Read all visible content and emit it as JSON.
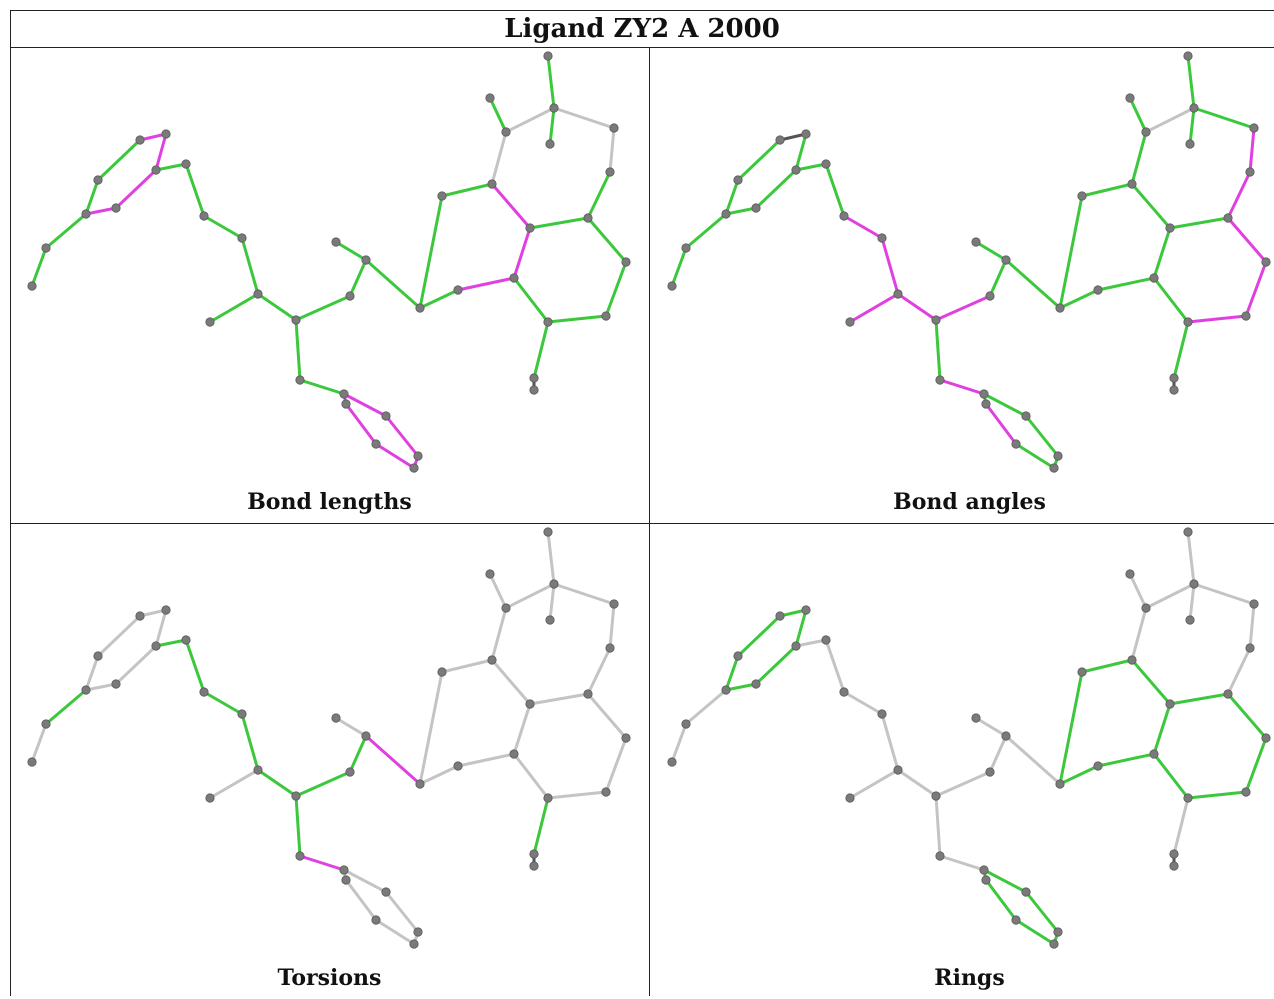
{
  "title": "Ligand ZY2 A 2000",
  "colors": {
    "good": "#3cc83c",
    "outlier": "#e040e0",
    "neutral": "#c4c4c4",
    "atom": "#7a7a7a",
    "dark": "#555555"
  },
  "panels": [
    {
      "label": "Bond lengths"
    },
    {
      "label": "Bond angles"
    },
    {
      "label": "Torsions"
    },
    {
      "label": "Rings"
    }
  ]
}
